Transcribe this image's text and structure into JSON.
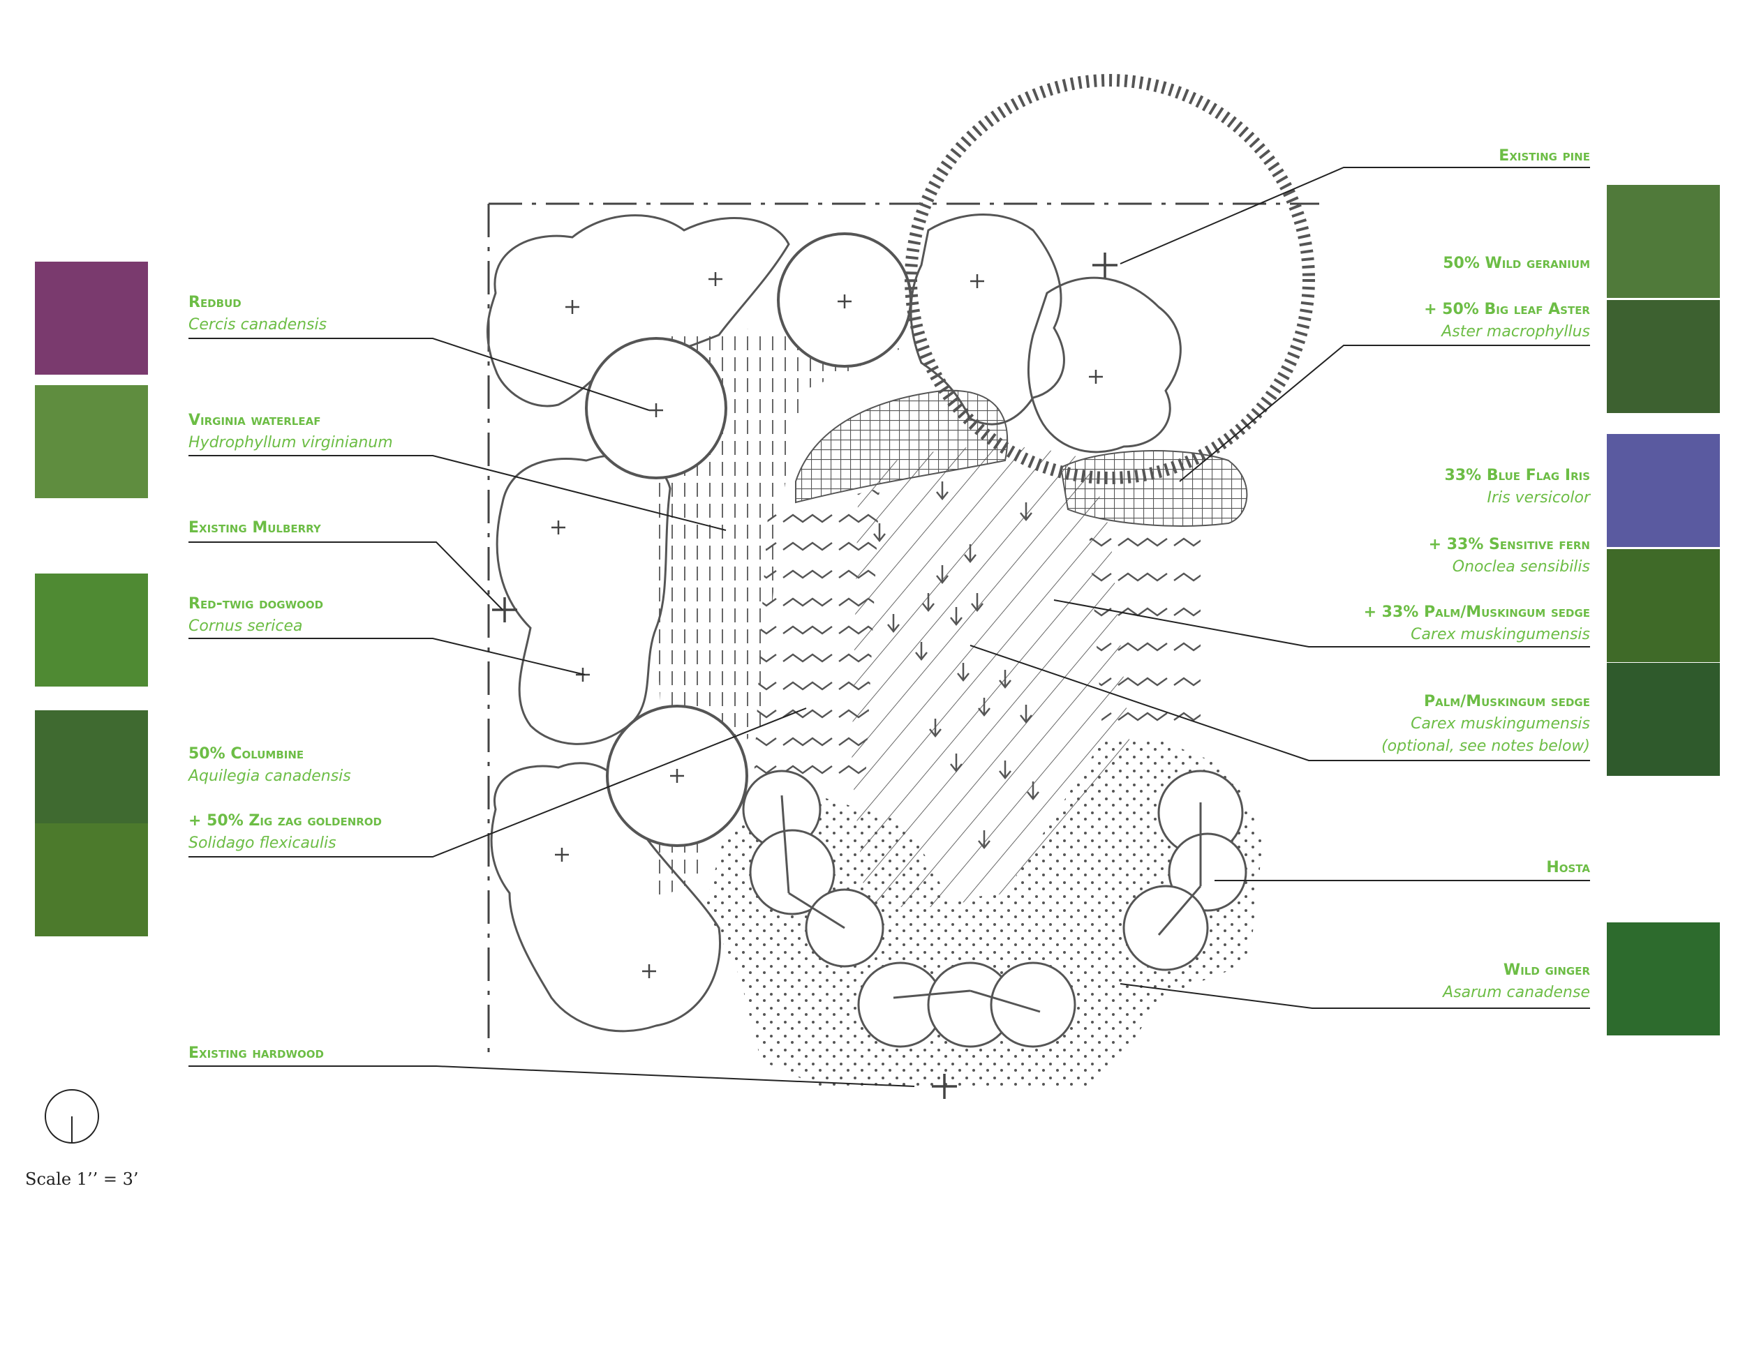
{
  "labels": {
    "redbud": {
      "common": "Redbud",
      "latin": "Cercis canadensis"
    },
    "waterleaf": {
      "common": "Virginia waterleaf",
      "latin": "Hydrophyllum virginianum"
    },
    "mulberry": {
      "common": "Existing Mulberry"
    },
    "dogwood": {
      "common": "Red-twig dogwood",
      "latin": "Cornus sericea"
    },
    "columbine": {
      "common": "50% Columbine",
      "latin": "Aquilegia canadensis"
    },
    "goldenrod": {
      "common": "+ 50% Zig zag goldenrod",
      "latin": "Solidago flexicaulis"
    },
    "hardwood": {
      "common": "Existing hardwood"
    },
    "pine": {
      "common": "Existing pine"
    },
    "geranium": {
      "common": "50% Wild geranium"
    },
    "aster": {
      "common": "+ 50% Big leaf Aster",
      "latin": "Aster macrophyllus"
    },
    "iris": {
      "common": "33% Blue Flag Iris",
      "latin": "Iris versicolor"
    },
    "fern": {
      "common": "+ 33% Sensitive fern",
      "latin": "Onoclea sensibilis"
    },
    "sedge_mix": {
      "common": "+ 33%  Palm/Muskingum sedge",
      "latin": "Carex muskingumensis"
    },
    "sedge": {
      "common": "Palm/Muskingum sedge",
      "latin": "Carex muskingumensis",
      "note": "(optional, see notes below)"
    },
    "hosta": {
      "common": "Hosta"
    },
    "ginger": {
      "common": "Wild ginger",
      "latin": "Asarum canadense"
    }
  },
  "scale": {
    "text": "Scale 1’’ = 3’"
  },
  "colors": {
    "label_green": "#6cbd45",
    "linework": "#555555",
    "leader": "#222222"
  },
  "photos": [
    {
      "name": "redbud-photo"
    },
    {
      "name": "waterleaf-photo"
    },
    {
      "name": "dogwood-photo"
    },
    {
      "name": "columbine-photo"
    },
    {
      "name": "goldenrod-photo"
    },
    {
      "name": "geranium-photo"
    },
    {
      "name": "aster-photo"
    },
    {
      "name": "iris-photo"
    },
    {
      "name": "fern-photo"
    },
    {
      "name": "sedge-photo"
    },
    {
      "name": "ginger-photo"
    }
  ]
}
